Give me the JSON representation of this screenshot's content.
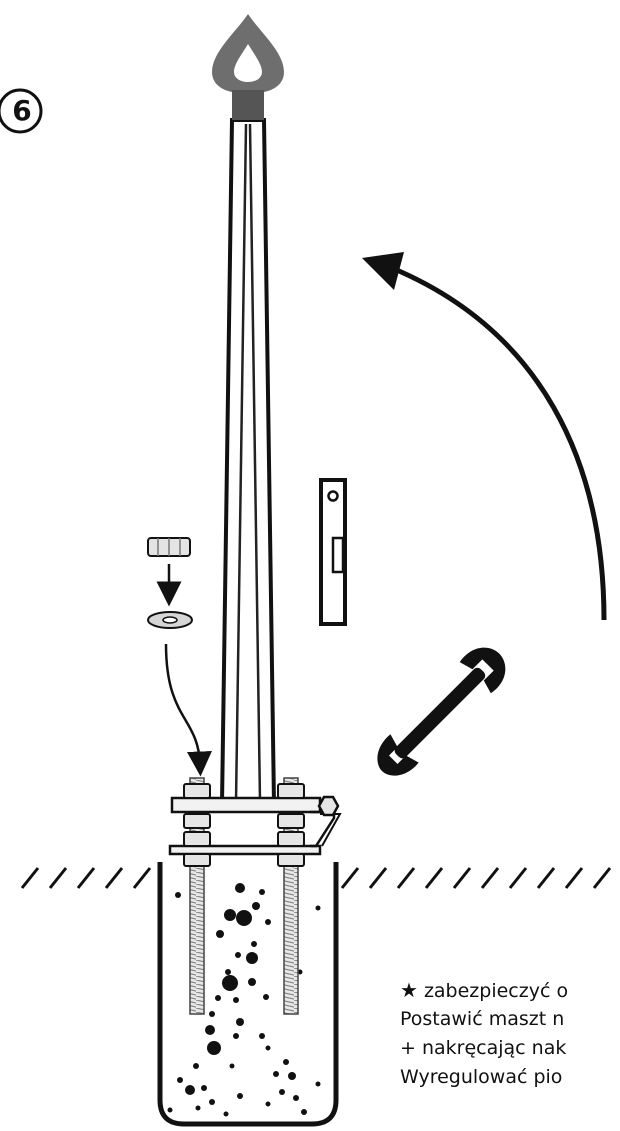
{
  "step": {
    "number": "6"
  },
  "notes": {
    "marker": "★",
    "lines": [
      "zabezpieczyć o",
      "Postawić maszt n",
      "+ nakręcając nak",
      "Wyregulować pio"
    ]
  },
  "icons": {
    "nut": "hex-nut-icon",
    "washer": "washer-icon",
    "wrench": "wrench-icon",
    "level": "spirit-level-icon",
    "rotate": "curved-arrow-icon"
  },
  "colors": {
    "ink": "#111111",
    "mast_fill": "#ffffff",
    "finial": "#777777",
    "thread": "#bbbbbb",
    "metal": "#e6e6e6"
  }
}
